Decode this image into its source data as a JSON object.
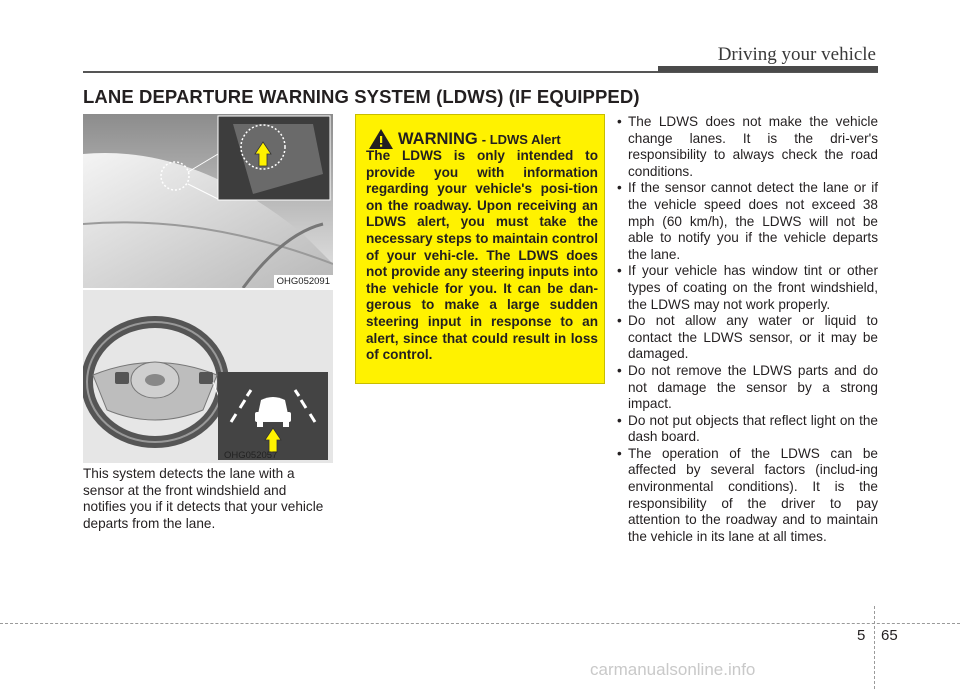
{
  "header": {
    "chapter_title": "Driving your vehicle"
  },
  "section": {
    "title": "LANE DEPARTURE WARNING SYSTEM (LDWS) (IF EQUIPPED)"
  },
  "figures": {
    "top_code": "OHG052091",
    "bottom_code": "OHG052057"
  },
  "body": {
    "description": "This system detects the lane with a sensor at the front windshield and notifies you if it detects that your vehicle departs from the lane."
  },
  "warning": {
    "label": "WARNING",
    "subtitle": "- LDWS Alert",
    "text": "The LDWS is only intended to provide you with information regarding your vehicle's posi-tion on the roadway. Upon receiving an LDWS alert, you must take the necessary steps to maintain control of your vehi-cle. The LDWS does not provide any steering inputs into the vehicle for you. It can be dan-gerous to make a large sudden steering input in response to an alert, since that could result in loss of control."
  },
  "bullets": [
    "The LDWS does not make the vehicle change lanes. It is the dri-ver's responsibility to always check the road conditions.",
    "If the sensor cannot detect the lane or if the vehicle speed does not exceed 38 mph (60 km/h), the LDWS will not be able to notify you if the vehicle departs the lane.",
    "If your vehicle has window tint or other types of coating on the front windshield, the LDWS may not work properly.",
    "Do not allow any water or liquid to contact the LDWS sensor, or it may be damaged.",
    "Do not remove the LDWS parts and do not damage the sensor by a strong impact.",
    "Do not put objects that reflect light on the dash board.",
    "The operation of the LDWS can be affected by several factors (includ-ing environmental conditions). It is the responsibility of the driver to pay attention to the roadway and to maintain the vehicle in its lane at all times."
  ],
  "footer": {
    "section_number": "5",
    "page_number": "65",
    "watermark": "carmanualsonline.info"
  },
  "colors": {
    "warning_bg": "#fff200",
    "rule": "#555555"
  }
}
